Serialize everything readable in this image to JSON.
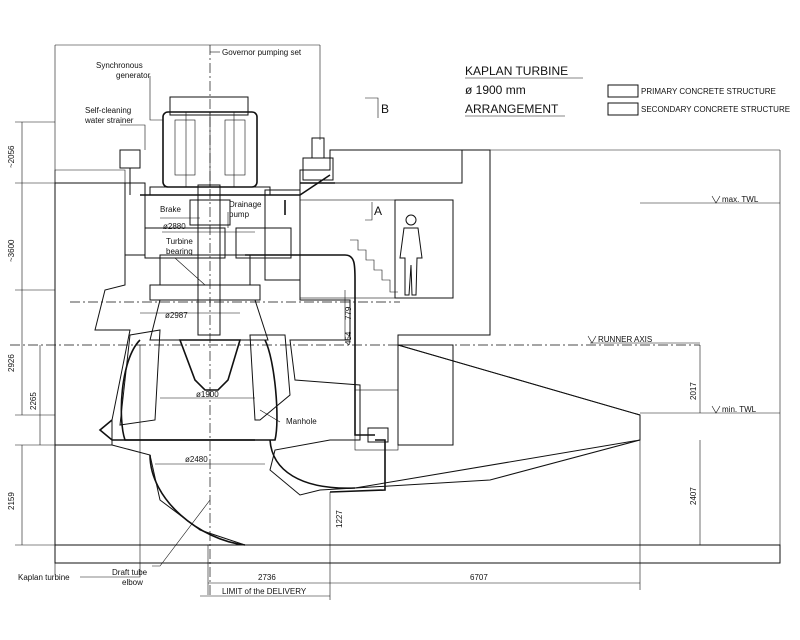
{
  "title": {
    "line1": "KAPLAN  TURBINE",
    "line2": "ø  1900  mm",
    "line3": "ARRANGEMENT"
  },
  "legend": {
    "primary": "PRIMARY CONCRETE STRUCTURE",
    "secondary": "SECONDARY CONCRETE STRUCTURE"
  },
  "labels": {
    "governor": "Governor pumping set",
    "generator_1": "Synchronous",
    "generator_2": "generator",
    "strainer_1": "Self-cleaning",
    "strainer_2": "water strainer",
    "brake": "Brake",
    "drainage_1": "Drainage",
    "drainage_2": "pump",
    "bearing_1": "Turbine",
    "bearing_2": "bearing",
    "manhole": "Manhole",
    "kaplan": "Kaplan turbine",
    "elbow_1": "Draft tube",
    "elbow_2": "elbow",
    "section_b": "B",
    "section_a": "A",
    "max_twl": "max. TWL",
    "min_twl": "min. TWL",
    "runner_axis": "RUNNER AXIS",
    "limit": "LIMIT of the DELIVERY"
  },
  "dimensions": {
    "d2880": "ø2880",
    "d2987": "ø2987",
    "d1900": "ø1900",
    "d2480": "ø2480",
    "v2056": "~2056",
    "v3600": "~3600",
    "v2926": "2926",
    "v2265": "2265",
    "v2159": "2159",
    "v1227": "1227",
    "v2017": "2017",
    "v2407": "2407",
    "v779": "779",
    "v454": "454",
    "h2736": "2736",
    "h6707": "6707"
  },
  "colors": {
    "ink": "#111111",
    "paper": "#ffffff"
  }
}
